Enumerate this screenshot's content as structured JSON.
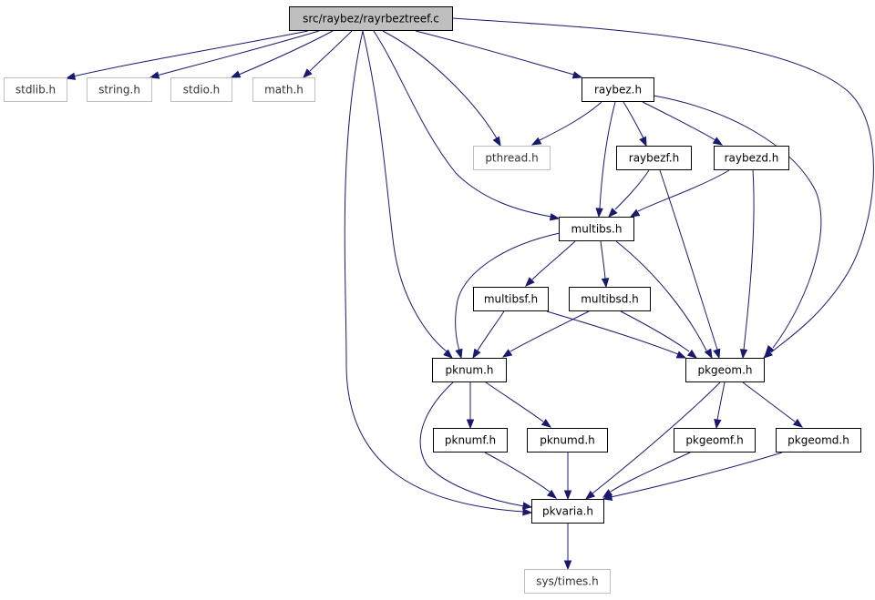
{
  "colors": {
    "root_fill": "#bfbfbf",
    "node_border": "#000000",
    "external_border": "#bfbfbf",
    "edge": "#191970"
  },
  "nodes": [
    {
      "id": "rayrbeztreef",
      "label": "src/raybez/rayrbeztreef.c",
      "kind": "root"
    },
    {
      "id": "stdlib",
      "label": "stdlib.h",
      "kind": "external"
    },
    {
      "id": "string",
      "label": "string.h",
      "kind": "external"
    },
    {
      "id": "stdio",
      "label": "stdio.h",
      "kind": "external"
    },
    {
      "id": "math",
      "label": "math.h",
      "kind": "external"
    },
    {
      "id": "raybez",
      "label": "raybez.h",
      "kind": "file"
    },
    {
      "id": "pthread",
      "label": "pthread.h",
      "kind": "external"
    },
    {
      "id": "raybezf",
      "label": "raybezf.h",
      "kind": "file"
    },
    {
      "id": "raybezd",
      "label": "raybezd.h",
      "kind": "file"
    },
    {
      "id": "multibs",
      "label": "multibs.h",
      "kind": "file"
    },
    {
      "id": "multibsf",
      "label": "multibsf.h",
      "kind": "file"
    },
    {
      "id": "multibsd",
      "label": "multibsd.h",
      "kind": "file"
    },
    {
      "id": "pknum",
      "label": "pknum.h",
      "kind": "file"
    },
    {
      "id": "pkgeom",
      "label": "pkgeom.h",
      "kind": "file"
    },
    {
      "id": "pknumf",
      "label": "pknumf.h",
      "kind": "file"
    },
    {
      "id": "pknumd",
      "label": "pknumd.h",
      "kind": "file"
    },
    {
      "id": "pkgeomf",
      "label": "pkgeomf.h",
      "kind": "file"
    },
    {
      "id": "pkgeomd",
      "label": "pkgeomd.h",
      "kind": "file"
    },
    {
      "id": "pkvaria",
      "label": "pkvaria.h",
      "kind": "file"
    },
    {
      "id": "systimes",
      "label": "sys/times.h",
      "kind": "external"
    }
  ],
  "edges": [
    [
      "rayrbeztreef",
      "stdlib"
    ],
    [
      "rayrbeztreef",
      "string"
    ],
    [
      "rayrbeztreef",
      "stdio"
    ],
    [
      "rayrbeztreef",
      "math"
    ],
    [
      "rayrbeztreef",
      "raybez"
    ],
    [
      "rayrbeztreef",
      "pthread"
    ],
    [
      "rayrbeztreef",
      "multibs"
    ],
    [
      "rayrbeztreef",
      "pknum"
    ],
    [
      "rayrbeztreef",
      "pkgeom"
    ],
    [
      "rayrbeztreef",
      "pkvaria"
    ],
    [
      "raybez",
      "pthread"
    ],
    [
      "raybez",
      "raybezf"
    ],
    [
      "raybez",
      "raybezd"
    ],
    [
      "raybez",
      "multibs"
    ],
    [
      "raybez",
      "pkgeom"
    ],
    [
      "raybezf",
      "multibs"
    ],
    [
      "raybezf",
      "pkgeom"
    ],
    [
      "raybezd",
      "multibs"
    ],
    [
      "raybezd",
      "pkgeom"
    ],
    [
      "multibs",
      "multibsf"
    ],
    [
      "multibs",
      "multibsd"
    ],
    [
      "multibs",
      "pknum"
    ],
    [
      "multibs",
      "pkgeom"
    ],
    [
      "multibsf",
      "pknum"
    ],
    [
      "multibsf",
      "pkgeom"
    ],
    [
      "multibsd",
      "pknum"
    ],
    [
      "multibsd",
      "pkgeom"
    ],
    [
      "pknum",
      "pknumf"
    ],
    [
      "pknum",
      "pknumd"
    ],
    [
      "pknum",
      "pkvaria"
    ],
    [
      "pkgeom",
      "pkgeomf"
    ],
    [
      "pkgeom",
      "pkgeomd"
    ],
    [
      "pkgeom",
      "pkvaria"
    ],
    [
      "pknumf",
      "pkvaria"
    ],
    [
      "pknumd",
      "pkvaria"
    ],
    [
      "pkgeomf",
      "pkvaria"
    ],
    [
      "pkgeomd",
      "pkvaria"
    ],
    [
      "pkvaria",
      "systimes"
    ]
  ]
}
